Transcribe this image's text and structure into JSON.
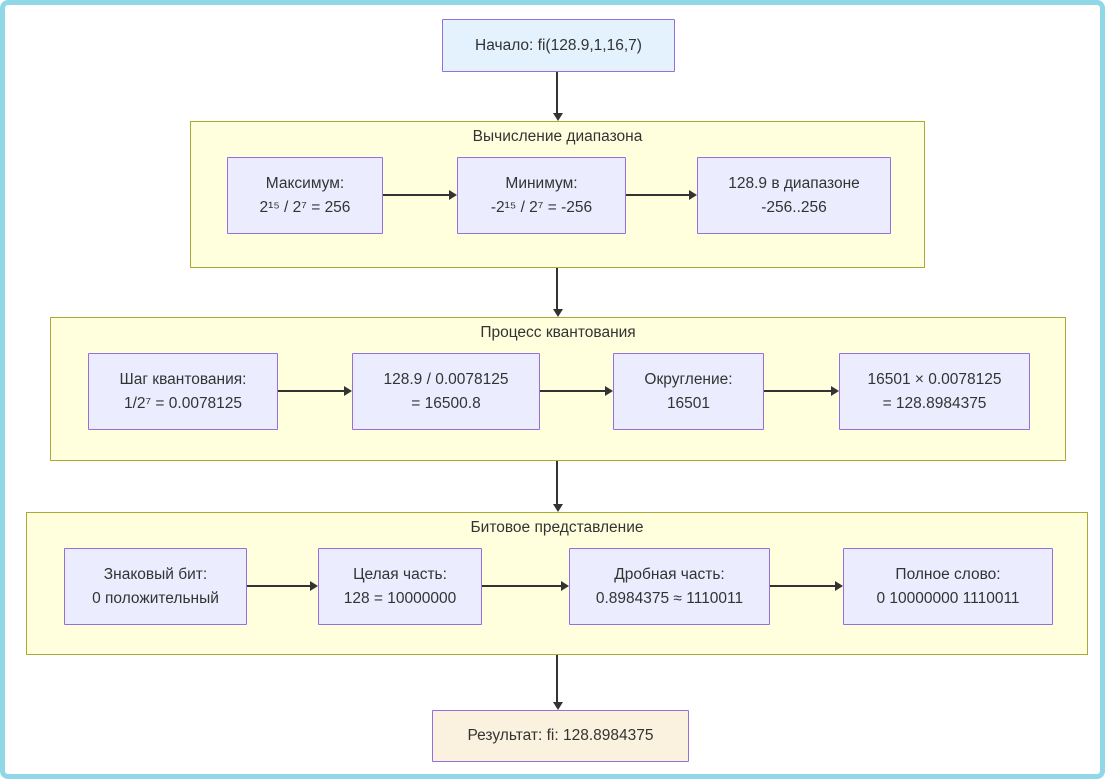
{
  "flowchart": {
    "start": {
      "label": "Начало: fi(128.9,1,16,7)"
    },
    "result": {
      "label": "Результат: fi: 128.8984375"
    },
    "groups": [
      {
        "title": "Вычисление диапазона",
        "nodes": [
          {
            "lines": [
              "Максимум:",
              "2¹⁵ / 2⁷ = 256"
            ]
          },
          {
            "lines": [
              "Минимум:",
              "-2¹⁵ / 2⁷ = -256"
            ]
          },
          {
            "lines": [
              "128.9 в диапазоне",
              "-256..256"
            ]
          }
        ]
      },
      {
        "title": "Процесс квантования",
        "nodes": [
          {
            "lines": [
              "Шаг квантования:",
              "1/2⁷ = 0.0078125"
            ]
          },
          {
            "lines": [
              "128.9 / 0.0078125",
              "= 16500.8"
            ]
          },
          {
            "lines": [
              "Округление:",
              "16501"
            ]
          },
          {
            "lines": [
              "16501 × 0.0078125",
              "= 128.8984375"
            ]
          }
        ]
      },
      {
        "title": "Битовое представление",
        "nodes": [
          {
            "lines": [
              "Знаковый бит:",
              "0 положительный"
            ]
          },
          {
            "lines": [
              "Целая часть:",
              "128 = 10000000"
            ]
          },
          {
            "lines": [
              "Дробная часть:",
              "0.8984375 ≈ 1110011"
            ]
          },
          {
            "lines": [
              "Полное слово:",
              "0 10000000 1110011"
            ]
          }
        ]
      }
    ],
    "colors": {
      "node_fill": "#ECECFF",
      "node_border": "#9370DB",
      "group_fill": "#FFFFDE",
      "group_border": "#AAAA33",
      "start_fill": "#E3F2FD",
      "result_fill": "#FAF2DE",
      "arrow": "#333333",
      "text": "#333333",
      "frame_border": "#90D8E8"
    }
  }
}
